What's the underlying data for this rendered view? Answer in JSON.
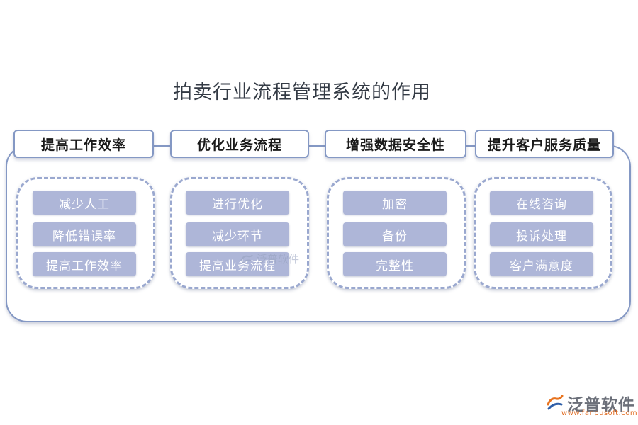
{
  "title": "拍卖行业流程管理系统的作用",
  "columns": [
    {
      "header": "提高工作效率",
      "items": [
        "减少人工",
        "降低错误率",
        "提高工作效率"
      ]
    },
    {
      "header": "优化业务流程",
      "items": [
        "进行优化",
        "减少环节",
        "提高业务流程"
      ]
    },
    {
      "header": "增强数据安全性",
      "items": [
        "加密",
        "备份",
        "完整性"
      ]
    },
    {
      "header": "提升客户服务质量",
      "items": [
        "在线咨询",
        "投诉处理",
        "客户满意度"
      ]
    }
  ],
  "watermark": {
    "text": "泛普软件"
  },
  "logo": {
    "name": "泛普软件",
    "url": "www.fanpusoft.com",
    "colors": {
      "orange": "#e8731e",
      "blue": "#2f5fa8",
      "gray": "#6b6f79"
    }
  }
}
